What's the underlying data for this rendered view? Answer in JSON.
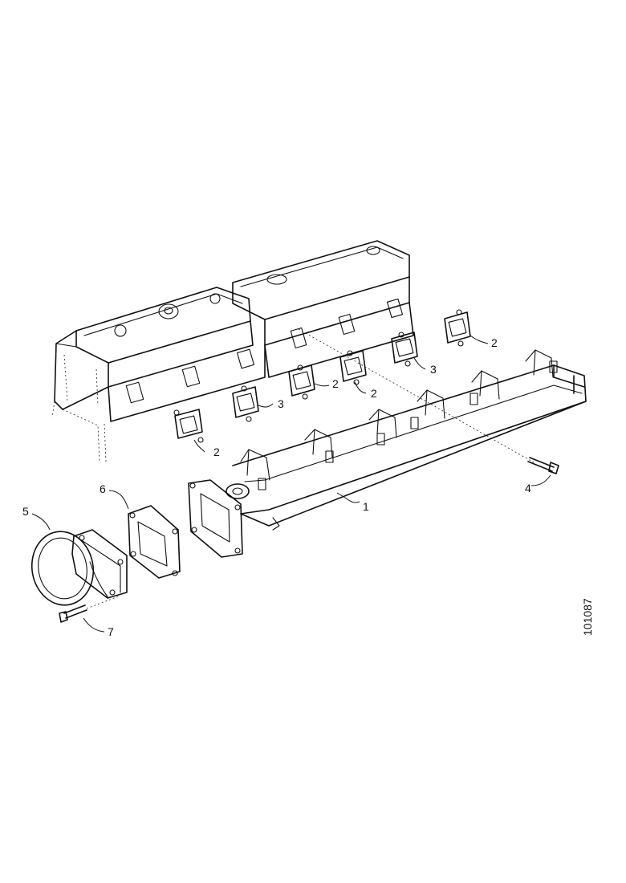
{
  "figure": {
    "reference_number": "101087",
    "callouts": {
      "manifold": "1",
      "gasket_a": "2",
      "gasket_b": "3",
      "bolt": "4",
      "seal_ring": "5",
      "flange_gasket": "6",
      "screw": "7"
    }
  }
}
